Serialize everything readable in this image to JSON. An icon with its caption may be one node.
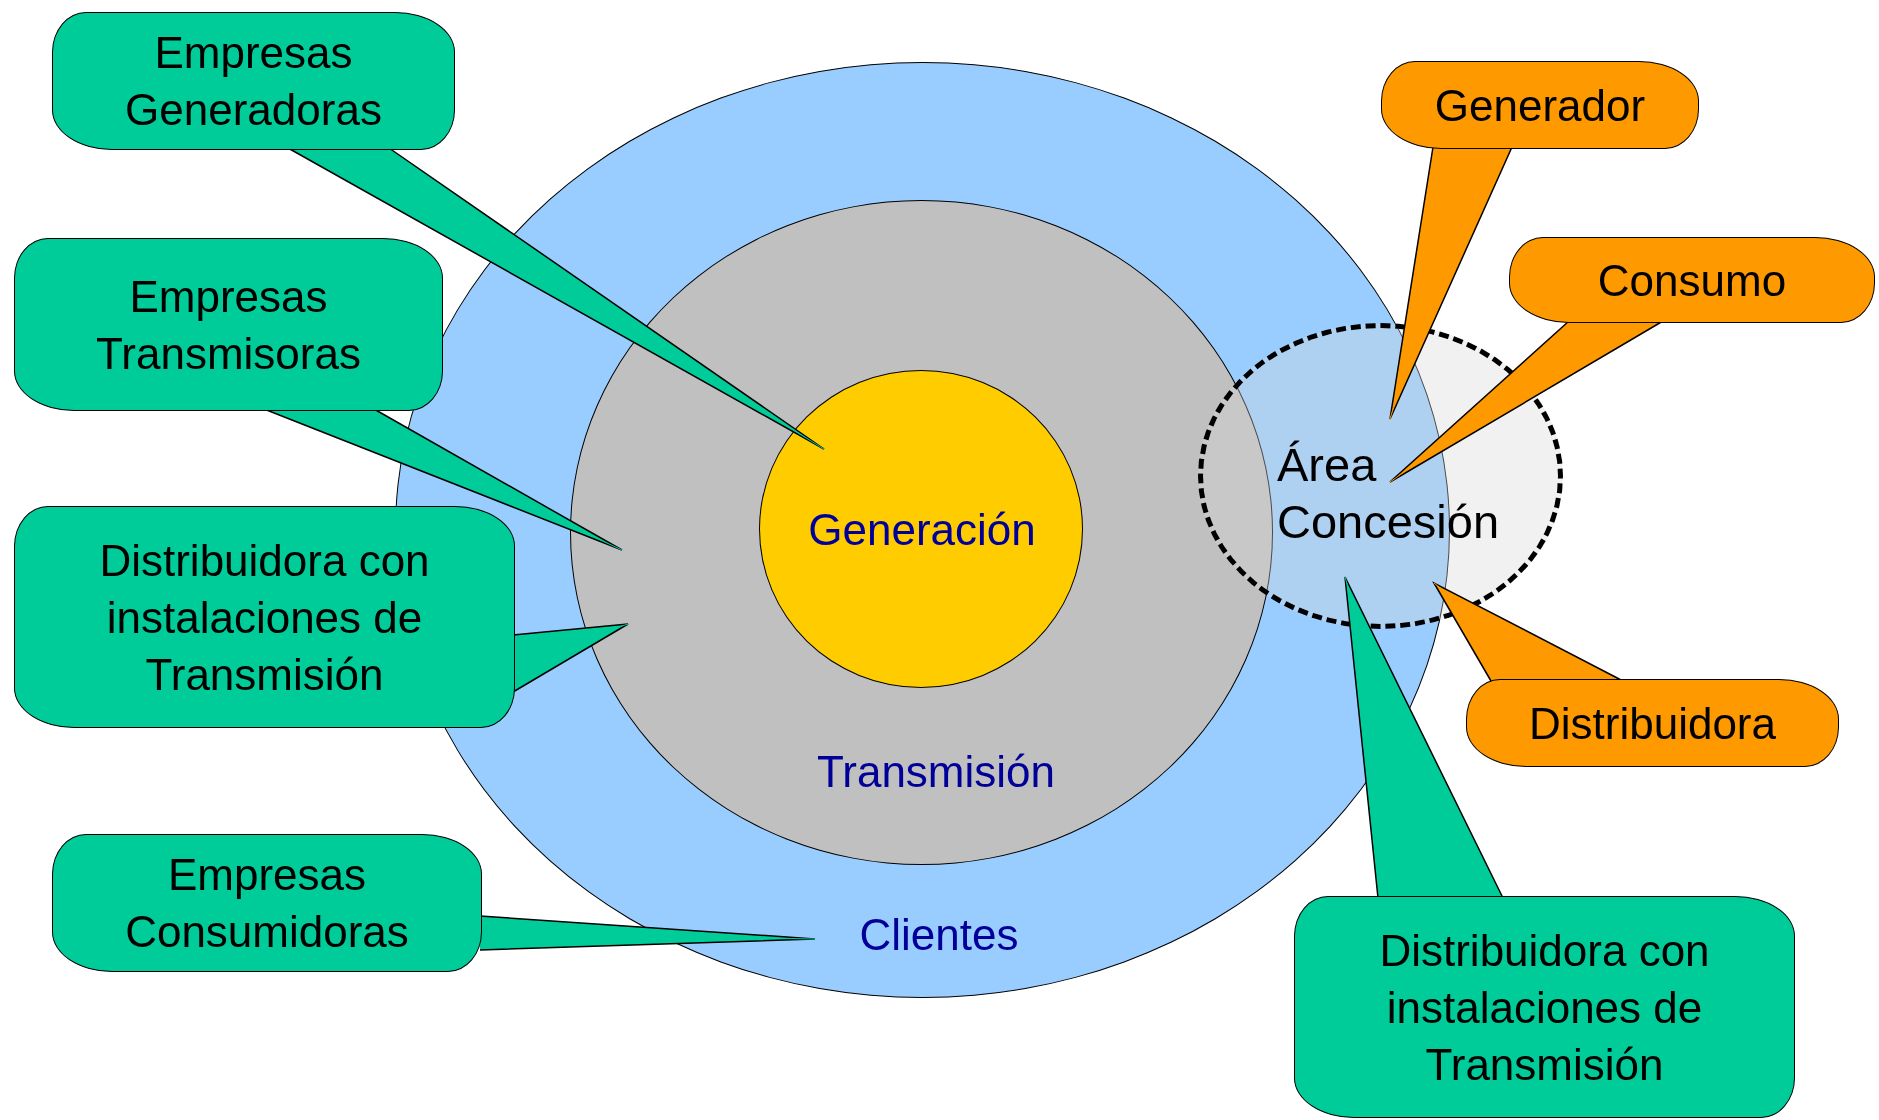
{
  "diagram": {
    "nodes": [
      {
        "text": [
          "Clientes"
        ]
      },
      {
        "text": [
          "Transmisión"
        ],
        "in": 0
      },
      {
        "text": [
          "Generación"
        ],
        "in": 1
      },
      {
        "text": [
          "Área Concesión"
        ]
      },
      {
        "text": [
          "Empresas Generadoras"
        ]
      },
      {
        "text": [
          "Empresas Transmisoras"
        ]
      },
      {
        "text": [
          "Distribuidora con instalaciones de Transmisión"
        ]
      },
      {
        "text": [
          "Empresas Consumidoras"
        ]
      },
      {
        "text": [
          "Generador"
        ]
      },
      {
        "text": [
          "Consumo"
        ]
      },
      {
        "text": [
          "Distribuidora"
        ]
      },
      {
        "text": [
          "Distribuidora con instalaciones de Transmisión"
        ]
      }
    ],
    "edges": [
      {
        "from": 4,
        "to": 2,
        "arrow": "none"
      },
      {
        "from": 5,
        "to": 1,
        "arrow": "none"
      },
      {
        "from": 6,
        "to": 1,
        "arrow": "none"
      },
      {
        "from": 7,
        "to": 0,
        "arrow": "none"
      },
      {
        "from": 8,
        "to": 3,
        "arrow": "none",
        "color": "#ff9900"
      },
      {
        "from": 9,
        "to": 3,
        "arrow": "none",
        "color": "#ff9900"
      },
      {
        "from": 10,
        "to": 3,
        "arrow": "none",
        "color": "#ff9900"
      },
      {
        "from": 11,
        "to": 3,
        "arrow": "none"
      }
    ]
  }
}
